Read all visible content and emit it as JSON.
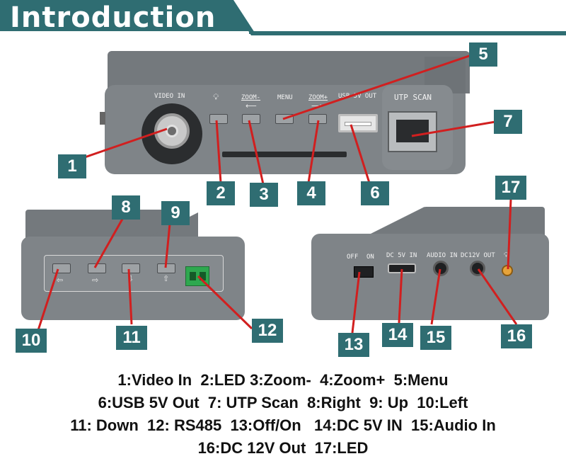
{
  "header": {
    "title": "Introduction",
    "accent_color": "#2f6d72"
  },
  "device_top": {
    "labels": {
      "video_in": "VIDEO IN",
      "zoom_minus": "ZOOM-",
      "menu": "MENU",
      "zoom_plus": "ZOOM+",
      "usb": "USB 5V OUT",
      "utp": "UTP SCAN"
    }
  },
  "device_right": {
    "labels": {
      "off": "OFF",
      "on": "ON",
      "dc5v": "DC 5V IN",
      "audio": "AUDIO IN",
      "dc12v": "DC12V OUT"
    }
  },
  "callouts": [
    "1",
    "2",
    "3",
    "4",
    "5",
    "6",
    "7",
    "8",
    "9",
    "10",
    "11",
    "12",
    "13",
    "14",
    "15",
    "16",
    "17"
  ],
  "legend": {
    "lines": [
      [
        "1:Video In",
        "2:LED",
        "3:Zoom-",
        "4:Zoom+",
        "5:Menu"
      ],
      [
        "6:USB 5V Out",
        "7: UTP Scan",
        "8:Right",
        "9: Up",
        "10:Left"
      ],
      [
        "11: Down",
        "12: RS485",
        "13:Off/On",
        "14:DC 5V IN",
        "15:Audio In"
      ],
      [
        "16:DC 12V Out",
        "17:LED"
      ]
    ]
  }
}
